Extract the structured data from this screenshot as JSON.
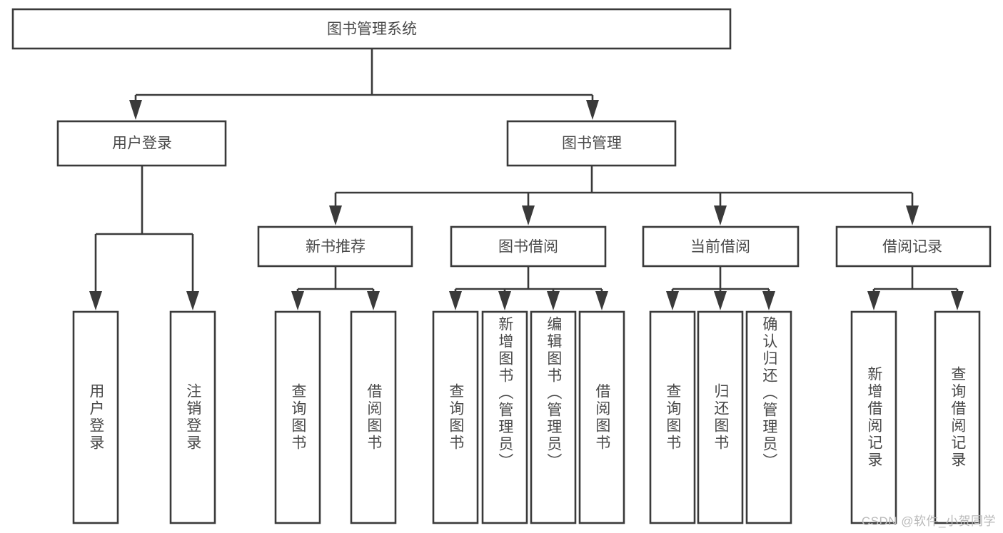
{
  "diagram": {
    "title": "图书管理系统",
    "type": "tree-hierarchy-diagram",
    "colors": {
      "stroke": "#3a3a3a",
      "box_fill": "#ffffff",
      "label_text": "#4a4a4a",
      "background": "#ffffff",
      "watermark": "#b9b9b9"
    },
    "root": {
      "label": "图书管理系统"
    },
    "level2": [
      {
        "label": "用户登录"
      },
      {
        "label": "图书管理"
      }
    ],
    "level3": [
      {
        "label": "新书推荐"
      },
      {
        "label": "图书借阅"
      },
      {
        "label": "当前借阅"
      },
      {
        "label": "借阅记录"
      }
    ],
    "leaves": {
      "user_login": [
        {
          "label": "用户登录"
        },
        {
          "label": "注销登录"
        }
      ],
      "new_book_recommend": [
        {
          "label": "查询图书"
        },
        {
          "label": "借阅图书"
        }
      ],
      "book_borrow": [
        {
          "label": "查询图书"
        },
        {
          "label": "新增图书（管理员）"
        },
        {
          "label": "编辑图书（管理员）"
        },
        {
          "label": "借阅图书"
        }
      ],
      "current_borrow": [
        {
          "label": "查询图书"
        },
        {
          "label": "归还图书"
        },
        {
          "label": "确认归还（管理员）"
        }
      ],
      "borrow_record": [
        {
          "label": "新增借阅记录"
        },
        {
          "label": "查询借阅记录"
        }
      ]
    },
    "watermark": "CSDN @软件_小贺同学"
  }
}
